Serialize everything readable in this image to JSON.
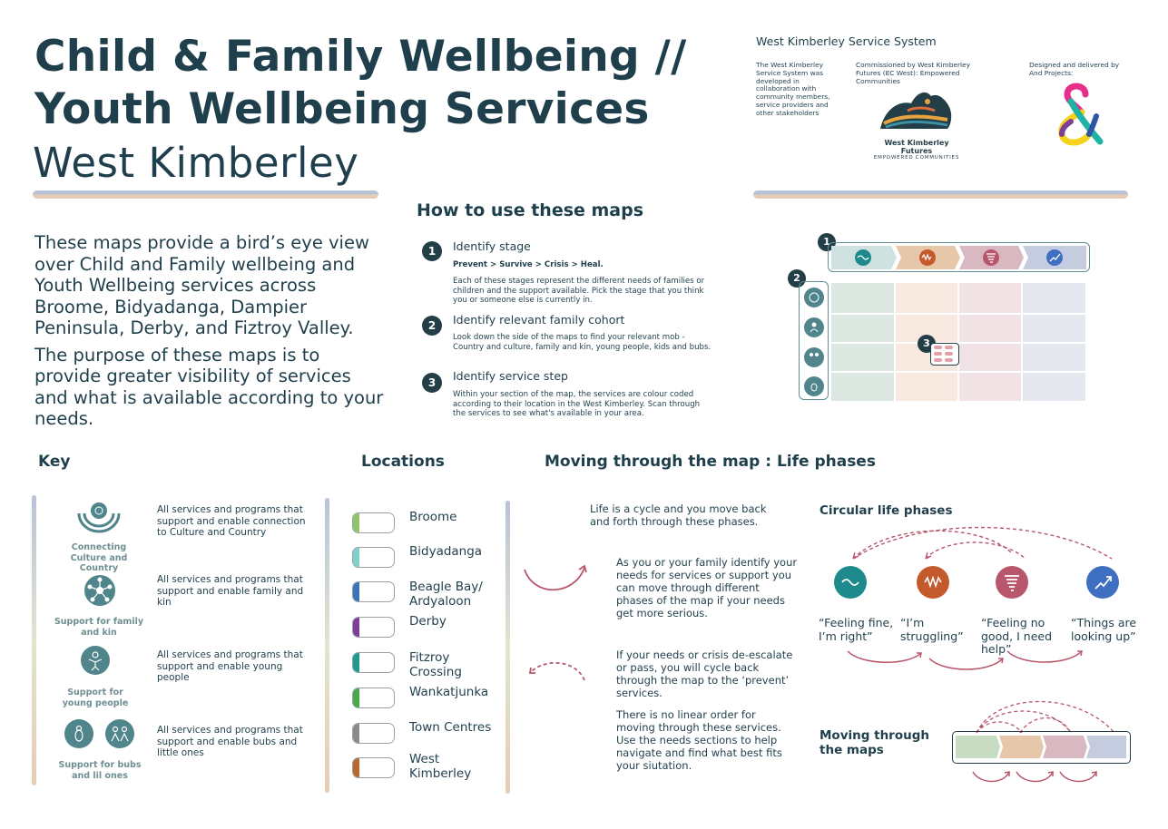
{
  "header": {
    "title_line1": "Child & Family Wellbeing //",
    "title_line2": "Youth Wellbeing Services",
    "subtitle": "West Kimberley"
  },
  "intro": {
    "para1": "These maps provide a bird’s eye view over Child and Family wellbeing and Youth Wellbeing services across Broome, Bidyadanga, Dampier Peninsula, Derby, and Fiztroy Valley.",
    "para2": "The purpose of these maps is to provide greater visibility of services and what is available according to your needs."
  },
  "howto": {
    "title": "How to use these maps",
    "steps": [
      {
        "num": "1",
        "title": "Identify stage",
        "bold": "Prevent > Survive > Crisis > Heal.",
        "body": "Each of these stages represent the different needs of families or children and the support available. Pick the stage that you think you or someone else is currently in."
      },
      {
        "num": "2",
        "title": "Identify relevant family cohort",
        "body": "Look down the side of the maps to find your relevant mob - Country and culture, family and kin, young people, kids and bubs."
      },
      {
        "num": "3",
        "title": "Identify service step",
        "body": "Within your section of the map, the services are colour coded according to their location in the West Kimberley. Scan through the services to see what's available in your area."
      }
    ]
  },
  "service_system": {
    "title": "West Kimberley Service System",
    "col1": "The West Kimberley Service System was developed in collaboration with community members, service providers and other stakeholders",
    "col2": "Commissioned by West Kimberley Futures (EC West): Empowered Communities",
    "col3": "Designed and delivered by And Projects:",
    "logo_text": "West Kimberley Futures",
    "logo_sub": "EMPOWERED COMMUNITIES",
    "and_logo": "&"
  },
  "mini_map": {
    "marker1": "1",
    "marker2": "2",
    "marker3": "3"
  },
  "key": {
    "title": "Key",
    "items": [
      {
        "label": "Connecting Culture and Country",
        "text": "All services and programs that support and enable connection to Culture and Country"
      },
      {
        "label": "Support for family and kin",
        "text": "All services and programs that support and enable family and kin"
      },
      {
        "label": "Support for young people",
        "text": "All services and programs that support and enable young people"
      },
      {
        "label": "Support for bubs and lil ones",
        "text": "All services and programs that support and enable  bubs and little ones"
      }
    ]
  },
  "locations": {
    "title": "Locations",
    "items": [
      {
        "name": "Broome",
        "color": "#8cc467"
      },
      {
        "name": "Bidyadanga",
        "color": "#7fd0c8"
      },
      {
        "name": "Beagle Bay/ Ardyaloon",
        "color": "#3b74b8"
      },
      {
        "name": "Derby",
        "color": "#7d3f98"
      },
      {
        "name": "Fitzroy Crossing",
        "color": "#1e9b8a"
      },
      {
        "name": "Wankatjunka",
        "color": "#48a948"
      },
      {
        "name": "Town Centres",
        "color": "#8a8a8a"
      },
      {
        "name": "West Kimberley",
        "color": "#b9692b"
      }
    ]
  },
  "moving": {
    "title": "Moving through the map : Life phases",
    "p1": "Life is a cycle and you move back and forth through these phases.",
    "p2": "As you or your family identify your needs for services or support you can move through different phases of the map if your needs get more serious.",
    "p3": "If your needs or crisis de-escalate or pass, you will cycle back through the map to the ‘prevent’ services.",
    "p4": "There is no linear order for moving through these services. Use the needs sections to help navigate and find what best fits your siutation.",
    "circular_title": "Circular life phases",
    "quotes": [
      "“Feeling fine, I’m right”",
      "“I’m struggling”",
      "“Feeling no good, I need help”",
      "“Things are looking up”"
    ],
    "moving_title": "Moving through the maps"
  },
  "colors": {
    "dark": "#1f3f4c",
    "teal": "#1f8a8c",
    "rust": "#c4592c",
    "rose": "#b8566b",
    "blue": "#3f6fc0",
    "prevent_bg": "#cfe2e0",
    "survive_bg": "#e7c7aa",
    "crisis_bg": "#d9b8c2",
    "heal_bg": "#c5cce0"
  }
}
